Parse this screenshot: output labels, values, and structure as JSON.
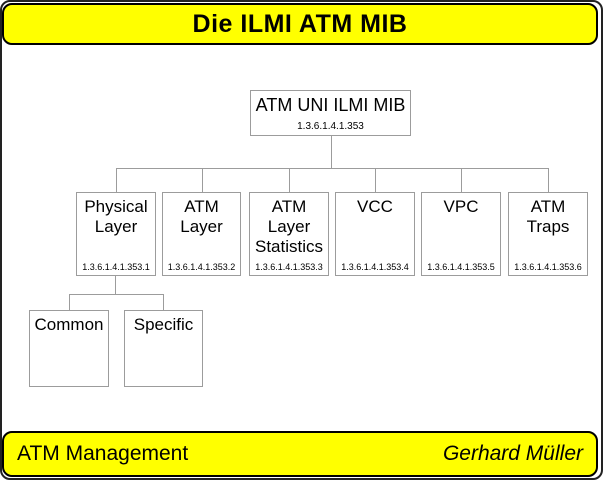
{
  "title": "Die ILMI ATM MIB",
  "footer": {
    "left": "ATM Management",
    "right": "Gerhard Müller"
  },
  "tree": {
    "root": {
      "label": "ATM UNI ILMI MIB",
      "oid": "1.3.6.1.4.1.353"
    },
    "children": [
      {
        "label": "Physical Layer",
        "oid": "1.3.6.1.4.1.353.1"
      },
      {
        "label": "ATM Layer",
        "oid": "1.3.6.1.4.1.353.2"
      },
      {
        "label": "ATM Layer Statistics",
        "oid": "1.3.6.1.4.1.353.3"
      },
      {
        "label": "VCC",
        "oid": "1.3.6.1.4.1.353.4"
      },
      {
        "label": "VPC",
        "oid": "1.3.6.1.4.1.353.5"
      },
      {
        "label": "ATM Traps",
        "oid": "1.3.6.1.4.1.353.6"
      }
    ],
    "physical_layer_children": [
      {
        "label": "Common"
      },
      {
        "label": "Specific"
      }
    ]
  },
  "colors": {
    "banner_background": "#ffff00",
    "banner_border": "#000000",
    "node_border": "#9c9c9c",
    "connector": "#9c9c9c",
    "text": "#000000"
  }
}
